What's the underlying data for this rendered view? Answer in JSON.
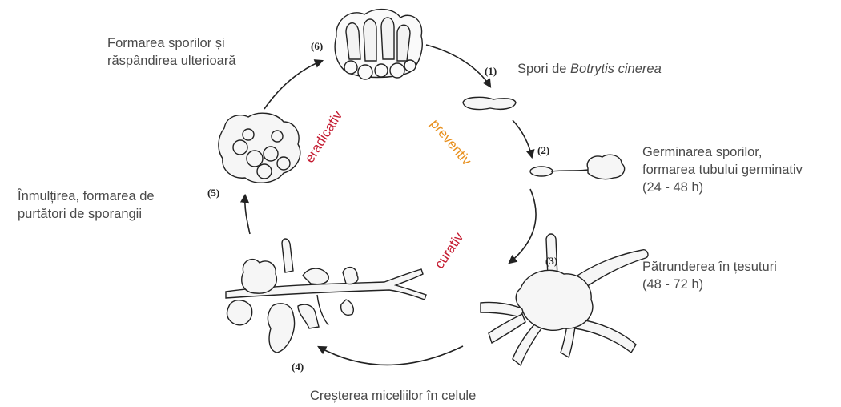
{
  "stages": [
    {
      "number": "(1)",
      "label_lines": [
        "Spori de "
      ],
      "italic": "Botrytis cinerea"
    },
    {
      "number": "(2)",
      "label_lines": [
        "Germinarea sporilor,",
        "formarea tubului germinativ",
        "(24 - 48 h)"
      ]
    },
    {
      "number": "(3)",
      "label_lines": [
        "Pătrunderea în țesuturi",
        "(48 - 72 h)"
      ]
    },
    {
      "number": "(4)",
      "label_lines": [
        "Creșterea miceliilor în celule"
      ]
    },
    {
      "number": "(5)",
      "label_lines": [
        "Înmulțirea, formarea de",
        "purtători de sporangii"
      ]
    },
    {
      "number": "(6)",
      "label_lines": [
        "Formarea sporilor și",
        "răspândirea ulterioară"
      ]
    }
  ],
  "treatments": [
    {
      "label": "preventiv",
      "color": "#e8901e"
    },
    {
      "label": "curativ",
      "color": "#c41a30"
    },
    {
      "label": "eradicativ",
      "color": "#c41a30"
    }
  ],
  "colors": {
    "text": "#4a4a4a",
    "drawing": "#222222"
  }
}
